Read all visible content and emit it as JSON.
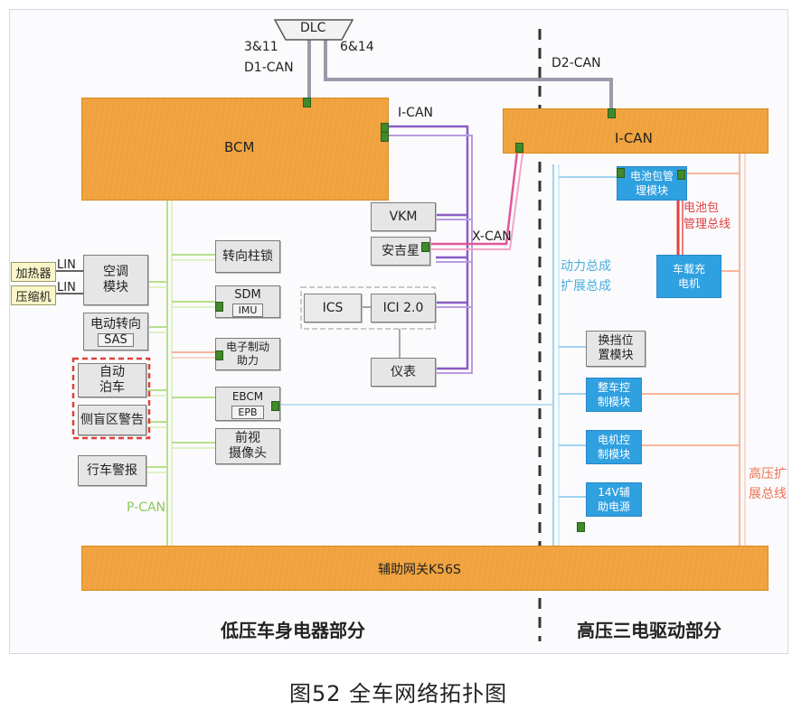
{
  "dlc": {
    "label": "DLC",
    "left_pins": "3&11",
    "right_pins": "6&14",
    "left_bus": "D1-CAN"
  },
  "buses": {
    "d2_can": "D2-CAN",
    "i_can_label": "I-CAN",
    "x_can": "X-CAN",
    "p_can": "P-CAN",
    "power_ext": [
      "动力总成",
      "扩展总成"
    ],
    "hv_ext": [
      "高压扩",
      "展总线"
    ],
    "battery_bus": [
      "电池包",
      "管理总线"
    ]
  },
  "bcm": {
    "label": "BCM"
  },
  "ican_block": {
    "label": "I-CAN"
  },
  "gateway": {
    "label": "辅助网关K56S"
  },
  "lin": {
    "label": "LIN"
  },
  "left_modules": {
    "heater": "加热器",
    "compressor": "压缩机",
    "ac": [
      "空调",
      "模块"
    ],
    "eps": "电动转向",
    "sas": "SAS",
    "auto_park": [
      "自动",
      "泊车"
    ],
    "blind_spot": "侧盲区警告",
    "dvr": "行车警报"
  },
  "center_modules": {
    "steering_lock": "转向柱锁",
    "sdm": "SDM",
    "imu": "IMU",
    "ebrake": [
      "电子制动",
      "助力"
    ],
    "ebcm": "EBCM",
    "epb": "EPB",
    "front_cam": [
      "前视",
      "摄像头"
    ]
  },
  "infotainment": {
    "vkm": "VKM",
    "anjixing": "安吉星",
    "ics": "ICS",
    "ici": "ICI 2.0",
    "cluster": "仪表"
  },
  "right_modules": {
    "bms": [
      "电池包管",
      "理模块"
    ],
    "charger": [
      "车载充",
      "电机"
    ],
    "shifter": [
      "换挡位",
      "置模块"
    ],
    "vcu": [
      "整车控",
      "制模块"
    ],
    "mcu": [
      "电机控",
      "制模块"
    ],
    "dcdc": [
      "14V辅",
      "助电源"
    ]
  },
  "sections": {
    "low_voltage": "低压车身电器部分",
    "high_voltage": "高压三电驱动部分"
  },
  "caption": "图52 全车网络拓扑图",
  "colors": {
    "bus_orange": "#f2a03a",
    "p_can": "#b6e08a",
    "i_can": "#8a5cc4",
    "x_can": "#e0589a",
    "d_can": "#9a9aaa",
    "power_ext": "#9fd3f2",
    "hv_ext": "#f7b59a",
    "battery_bus": "#e04040",
    "module_blue": "#2fa0e0"
  }
}
